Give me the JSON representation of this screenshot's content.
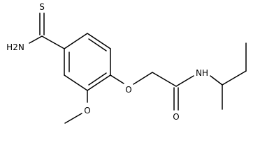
{
  "molecule": {
    "atoms": {
      "thione_s": "S",
      "amide_nh2": "H2N",
      "ether_o": "O",
      "methoxy_o": "O",
      "carbonyl_o": "O",
      "amide_nh": "NH"
    },
    "colors": {
      "bond": "#000000",
      "label": "#000000",
      "background": "#ffffff"
    }
  }
}
